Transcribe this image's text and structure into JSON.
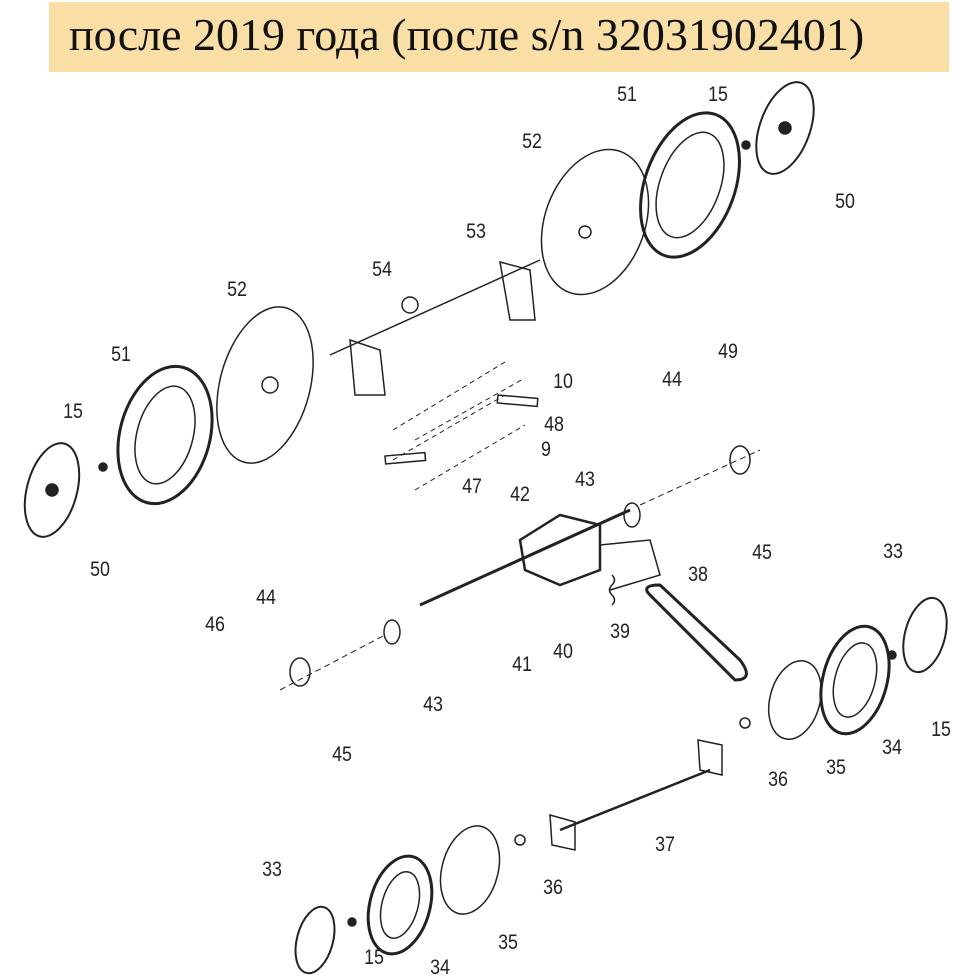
{
  "header": {
    "title": "после 2019 года (после s/n 32031902401)",
    "background": "#f9dfa6"
  },
  "labels": [
    "51",
    "15",
    "52",
    "50",
    "53",
    "54",
    "52",
    "51",
    "49",
    "44",
    "10",
    "15",
    "48",
    "9",
    "47",
    "43",
    "42",
    "45",
    "33",
    "38",
    "50",
    "44",
    "46",
    "39",
    "40",
    "41",
    "43",
    "34",
    "15",
    "45",
    "35",
    "36",
    "37",
    "36",
    "33",
    "35",
    "15",
    "34"
  ]
}
